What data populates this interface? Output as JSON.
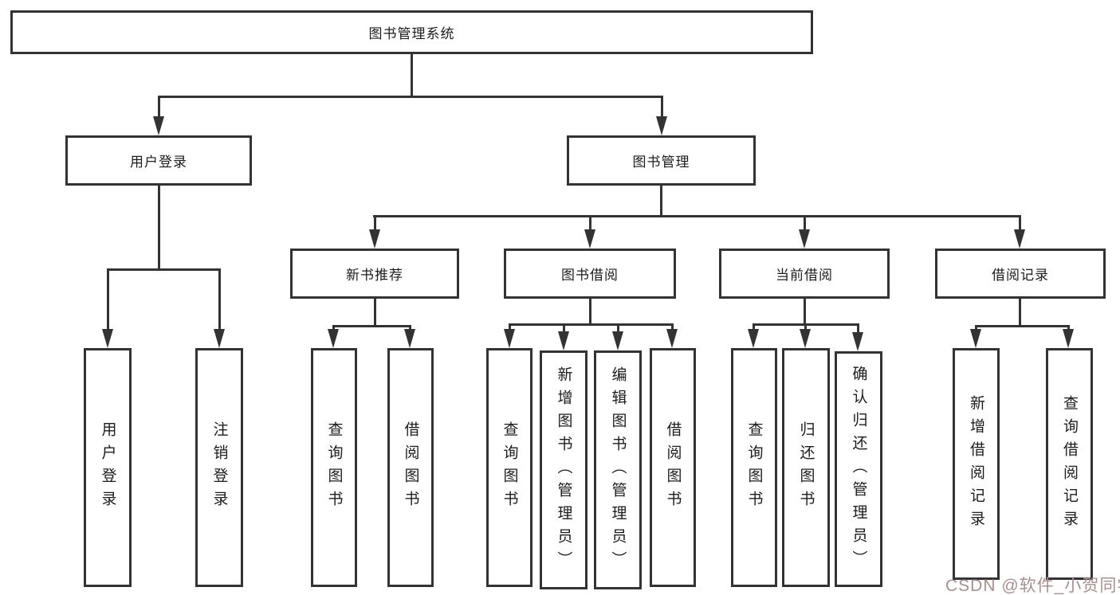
{
  "title": "图书管理系统",
  "watermark": "CSDN @软件_小贺同学",
  "colors": {
    "line": "#333333",
    "box_border": "#333333",
    "text": "#1c1c1c",
    "background": "#ffffff",
    "watermark": "#a98f8f"
  },
  "tree": {
    "root": {
      "label": "图书管理系统"
    },
    "branches": [
      {
        "label": "用户登录",
        "children": [
          {
            "label": "用户登录"
          },
          {
            "label": "注销登录"
          }
        ]
      },
      {
        "label": "图书管理",
        "children": [
          {
            "label": "新书推荐",
            "children": [
              {
                "label": "查询图书"
              },
              {
                "label": "借阅图书"
              }
            ]
          },
          {
            "label": "图书借阅",
            "children": [
              {
                "label": "查询图书"
              },
              {
                "label": "新增图书（管理员）"
              },
              {
                "label": "编辑图书（管理员）"
              },
              {
                "label": "借阅图书"
              }
            ]
          },
          {
            "label": "当前借阅",
            "children": [
              {
                "label": "查询图书"
              },
              {
                "label": "归还图书"
              },
              {
                "label": "确认归还（管理员）"
              }
            ]
          },
          {
            "label": "借阅记录",
            "children": [
              {
                "label": "新增借阅记录"
              },
              {
                "label": "查询借阅记录"
              }
            ]
          }
        ]
      }
    ]
  }
}
